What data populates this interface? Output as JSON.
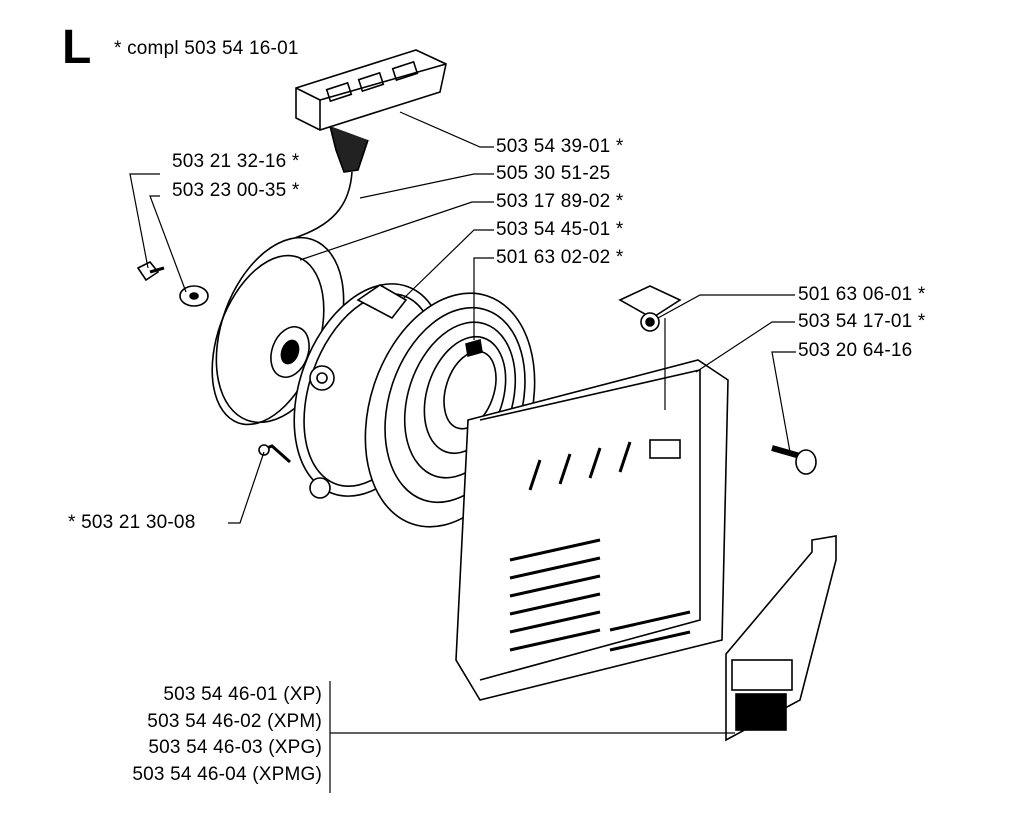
{
  "header": {
    "section_letter": "L",
    "compl_text": "* compl 503 54 16-01"
  },
  "callouts": {
    "handle": "503 54 39-01 *",
    "cord": "505 30 51-25",
    "pulley": "503 17 89-02 *",
    "spring_cassette": "503 54 45-01 *",
    "pin": "501 63 02-02 *",
    "screw_left": "503 21 32-16 *",
    "washer": "503 23 00-35 *",
    "cord_guide": "501 63 06-01 *",
    "housing": "503 54 17-01 *",
    "bolt": "503 20 64-16",
    "small_screw": "* 503 21 30-08"
  },
  "decals": [
    "503 54 46-01 (XP)",
    "503 54 46-02 (XPM)",
    "503 54 46-03 (XPG)",
    "503 54 46-04 (XPMG)"
  ]
}
